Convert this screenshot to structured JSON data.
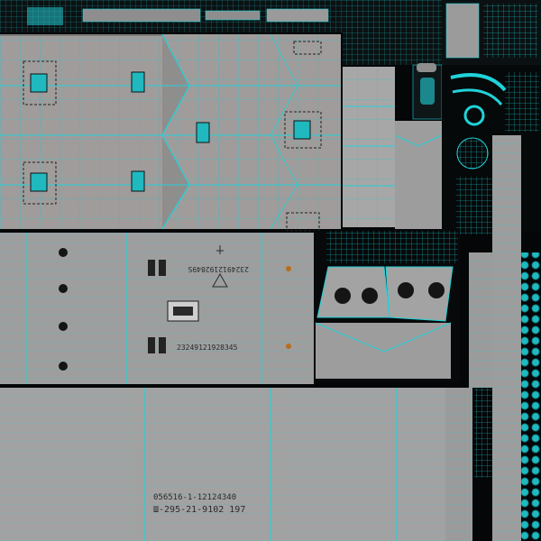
{
  "texture": {
    "colors": {
      "background": "#050608",
      "panel_light": "#a9a9a9",
      "panel_mid": "#9a9a9a",
      "panel_dark": "#8a8a8a",
      "wire": "#1fd3d9",
      "wire_dim": "#128a90",
      "stencil": "#2a2a2a",
      "hole": "#151515"
    },
    "stencils": {
      "serial_long": "23249121928495",
      "serial_lower": "23249121928345",
      "bottom_line_1": "056516-1-12124340",
      "bottom_line_2": "Ш-295-21-9102 197",
      "mirrored_serial": "2324912192849S"
    },
    "icons": [
      "warning-triangle-icon",
      "anchor-icon",
      "circle-target-icon",
      "grate-icon"
    ]
  }
}
